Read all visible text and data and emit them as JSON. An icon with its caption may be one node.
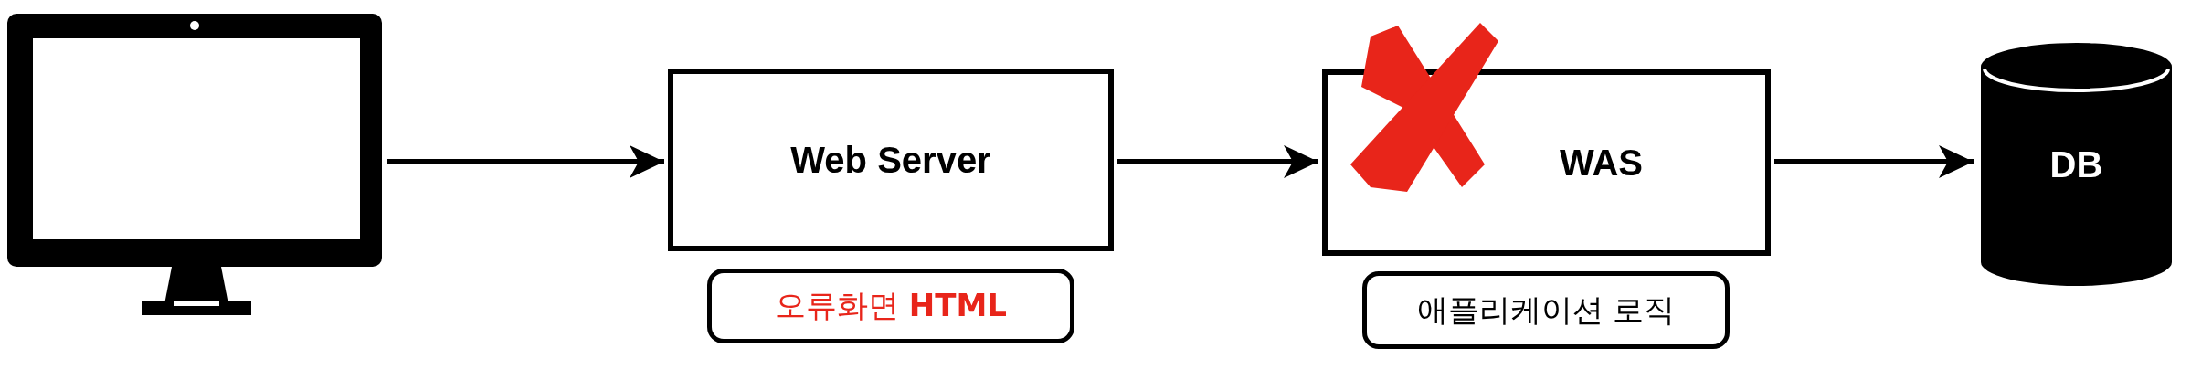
{
  "diagram": {
    "nodes": [
      {
        "text": [],
        "shape": "monitor"
      },
      {
        "text": [
          "Web Server"
        ]
      },
      {
        "text": [
          "오류화면 **HTML**"
        ]
      },
      {
        "text": [
          "WAS"
        ]
      },
      {
        "text": [
          "애플리케이션 로직"
        ]
      },
      {
        "text": [
          "DB"
        ]
      }
    ],
    "edges": [
      {
        "from": 0,
        "to": 1,
        "arrow": "to"
      },
      {
        "from": 1,
        "to": 3,
        "arrow": "to"
      },
      {
        "from": 3,
        "to": 5,
        "arrow": "to"
      }
    ]
  }
}
